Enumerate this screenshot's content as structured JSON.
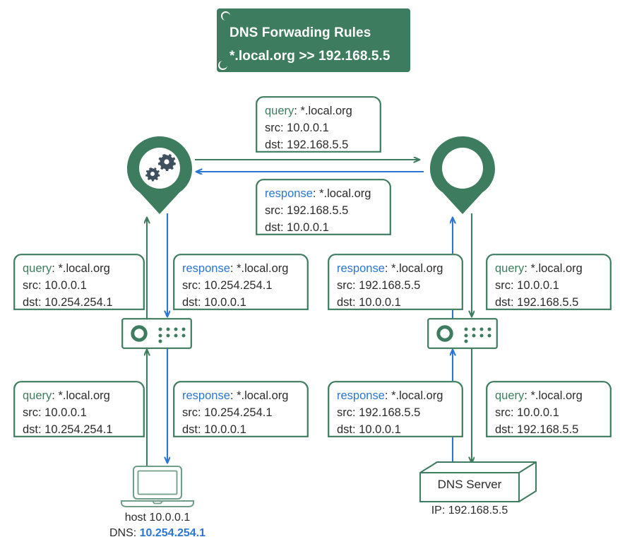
{
  "diagram": {
    "title": "DNS Forwarding Rules diagram",
    "colors": {
      "green": "#3d7c5e",
      "blue": "#2a76d2",
      "text": "#2b2b2b",
      "gear": "#3f4f5e",
      "laptop": "#6f9f89",
      "white": "#ffffff"
    }
  },
  "note": {
    "line1": "DNS Forwading Rules",
    "line2": "*.local.org >> 192.168.5.5"
  },
  "packets": [
    {
      "id": "router-to-dns-query",
      "kind": "query",
      "label": "query",
      "domain": "*.local.org",
      "src": "src: 10.0.0.1",
      "dst": "dst: 192.168.5.5"
    },
    {
      "id": "dns-to-router-response",
      "kind": "response",
      "label": "response",
      "domain": "*.local.org",
      "src": "src: 192.168.5.5",
      "dst": "dst: 10.0.0.1"
    },
    {
      "id": "switch-to-router-query",
      "kind": "query",
      "label": "query",
      "domain": "*.local.org",
      "src": "src: 10.0.0.1",
      "dst": "dst: 10.254.254.1"
    },
    {
      "id": "router-to-switch-response",
      "kind": "response",
      "label": "response",
      "domain": "*.local.org",
      "src": "src: 10.254.254.1",
      "dst": "dst: 10.0.0.1"
    },
    {
      "id": "rightswitch-to-pin-response",
      "kind": "response",
      "label": "response",
      "domain": "*.local.org",
      "src": "src: 192.168.5.5",
      "dst": "dst: 10.0.0.1"
    },
    {
      "id": "pin-to-rightswitch-query",
      "kind": "query",
      "label": "query",
      "domain": "*.local.org",
      "src": "src: 10.0.0.1",
      "dst": "dst: 192.168.5.5"
    },
    {
      "id": "host-to-switch-query",
      "kind": "query",
      "label": "query",
      "domain": "*.local.org",
      "src": "src: 10.0.0.1",
      "dst": "dst: 10.254.254.1"
    },
    {
      "id": "switch-to-host-response",
      "kind": "response",
      "label": "response",
      "domain": "*.local.org",
      "src": "src: 10.254.254.1",
      "dst": "dst: 10.0.0.1"
    },
    {
      "id": "dnsserver-to-switch-response",
      "kind": "response",
      "label": "response",
      "domain": "*.local.org",
      "src": "src: 192.168.5.5",
      "dst": "dst: 10.0.0.1"
    },
    {
      "id": "switch-to-dnsserver-query",
      "kind": "query",
      "label": "query",
      "domain": "*.local.org",
      "src": "src: 10.0.0.1",
      "dst": "dst: 192.168.5.5"
    }
  ],
  "nodes": {
    "router": {
      "name": "router-pin",
      "icon": "gears-icon"
    },
    "remote_pin": {
      "name": "remote-pin",
      "icon": "empty-pin-icon"
    },
    "left_switch": {
      "name": "left-switch",
      "icon": "switch-icon"
    },
    "right_switch": {
      "name": "right-switch",
      "icon": "switch-icon"
    },
    "host": {
      "icon": "laptop-icon",
      "line1": "host 10.0.0.1",
      "dns_prefix": "DNS: ",
      "dns_value": "10.254.254.1"
    },
    "dns_server": {
      "icon": "server-box-icon",
      "title": "DNS Server",
      "ip": "IP: 192.168.5.5"
    }
  },
  "arrows": {
    "pin_to_pin_query": "green arrow pointing right",
    "pin_to_pin_response": "blue arrow pointing left",
    "left_up_query": "green arrow pointing up",
    "left_down_response": "blue arrow pointing down",
    "right_up_response": "blue arrow pointing up",
    "right_down_query": "green arrow pointing down"
  }
}
